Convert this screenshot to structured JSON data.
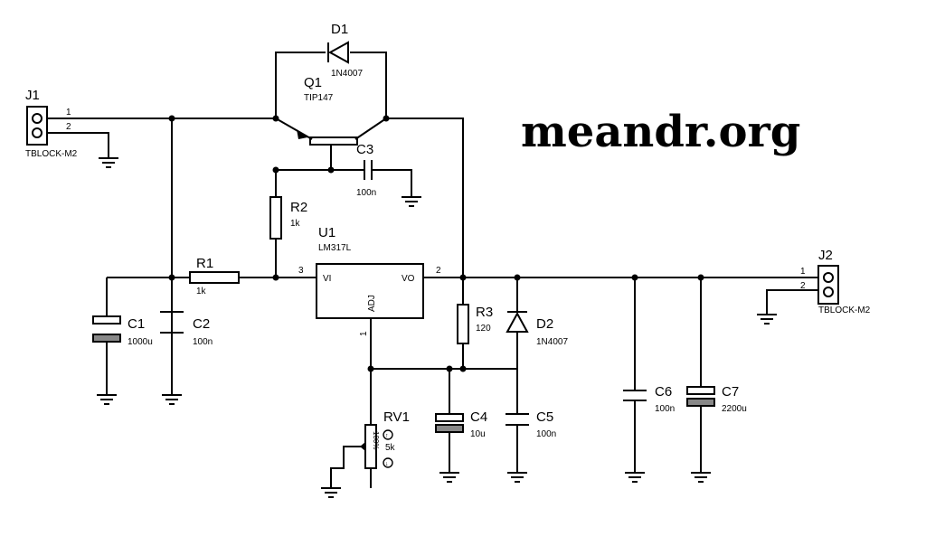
{
  "brand": "meandr.org",
  "components": {
    "J1": {
      "ref": "J1",
      "value": "TBLOCK-M2",
      "pin1": "1",
      "pin2": "2"
    },
    "J2": {
      "ref": "J2",
      "value": "TBLOCK-M2",
      "pin1": "1",
      "pin2": "2"
    },
    "D1": {
      "ref": "D1",
      "value": "1N4007"
    },
    "Q1": {
      "ref": "Q1",
      "value": "TIP147"
    },
    "C3": {
      "ref": "C3",
      "value": "100n"
    },
    "R2": {
      "ref": "R2",
      "value": "1k"
    },
    "U1": {
      "ref": "U1",
      "value": "LM317L",
      "pin_vi": "VI",
      "pin_vo": "VO",
      "pin_adj": "ADJ",
      "pin3": "3",
      "pin2": "2",
      "pin1": "1"
    },
    "R1": {
      "ref": "R1",
      "value": "1k"
    },
    "C1": {
      "ref": "C1",
      "value": "1000u"
    },
    "C2": {
      "ref": "C2",
      "value": "100n"
    },
    "R3": {
      "ref": "R3",
      "value": "120"
    },
    "D2": {
      "ref": "D2",
      "value": "1N4007"
    },
    "RV1": {
      "ref": "RV1",
      "value": "5k",
      "scale": "100%"
    },
    "C4": {
      "ref": "C4",
      "value": "10u"
    },
    "C5": {
      "ref": "C5",
      "value": "100n"
    },
    "C6": {
      "ref": "C6",
      "value": "100n"
    },
    "C7": {
      "ref": "C7",
      "value": "2200u"
    }
  }
}
